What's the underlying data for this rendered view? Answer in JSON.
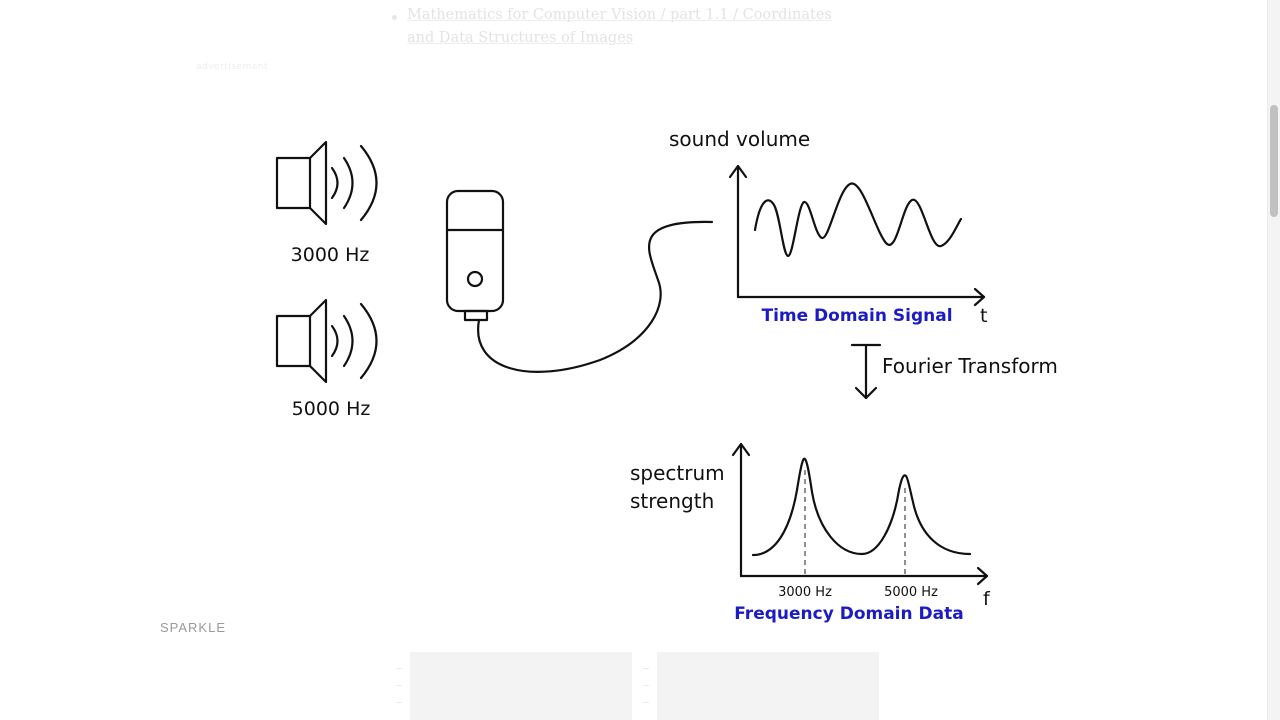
{
  "background": {
    "link_text": "Mathematics for Computer Vision / part 1.1 / Coordinates and Data Structures of Images",
    "small_caption": "advertisement",
    "section_label": "SPARKLE"
  },
  "diagram": {
    "speakers": [
      {
        "label": "3000 Hz"
      },
      {
        "label": "5000 Hz"
      }
    ],
    "time_domain": {
      "y_axis_label": "sound volume",
      "x_axis_label": "t",
      "caption": "Time Domain Signal"
    },
    "transform_label": "Fourier Transform",
    "frequency_domain": {
      "y_axis_label_line1": "spectrum",
      "y_axis_label_line2": "strength",
      "x_axis_label": "f",
      "caption": "Frequency Domain Data",
      "peaks": [
        {
          "label": "3000 Hz"
        },
        {
          "label": "5000 Hz"
        }
      ]
    },
    "colors": {
      "caption": "#1c1cc4",
      "stroke": "#111111",
      "muted_background": "#e3e3e3"
    }
  }
}
